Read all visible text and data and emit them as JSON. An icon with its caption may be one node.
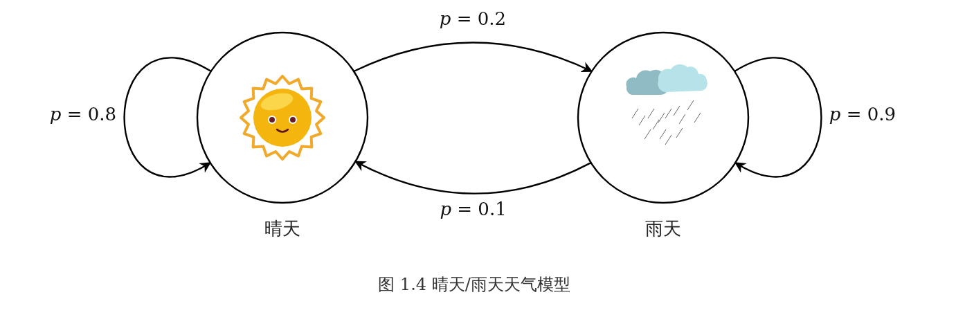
{
  "diagram": {
    "caption": "图 1.4 晴天/雨天天气模型",
    "nodes": [
      {
        "text": [
          "晴天"
        ]
      },
      {
        "text": [
          "雨天"
        ]
      }
    ],
    "edges": [
      {
        "from": 0,
        "to": 1,
        "arrow": "to",
        "label": "*p* = 0.2"
      },
      {
        "from": 1,
        "to": 0,
        "arrow": "to",
        "label": "*p* = 0.1"
      },
      {
        "from": 0,
        "to": 0,
        "arrow": "to",
        "label": "*p* = 0.8"
      },
      {
        "from": 1,
        "to": 1,
        "arrow": "to",
        "label": "*p* = 0.9"
      }
    ]
  }
}
